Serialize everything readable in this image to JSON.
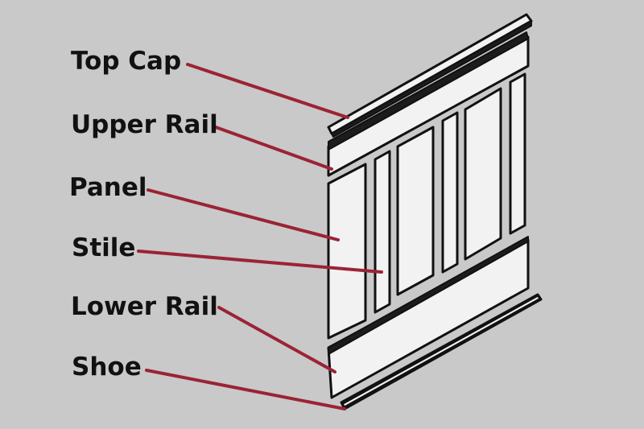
{
  "colors": {
    "background": "#c9c9c9",
    "leader": "#9b2335",
    "outline": "#111111",
    "face": "#f2f2f2",
    "groove": "#1c1c1c"
  },
  "labels": [
    {
      "id": "top-cap",
      "text": "Top Cap"
    },
    {
      "id": "upper-rail",
      "text": "Upper Rail"
    },
    {
      "id": "panel",
      "text": "Panel"
    },
    {
      "id": "stile",
      "text": "Stile"
    },
    {
      "id": "lower-rail",
      "text": "Lower Rail"
    },
    {
      "id": "shoe",
      "text": "Shoe"
    }
  ]
}
